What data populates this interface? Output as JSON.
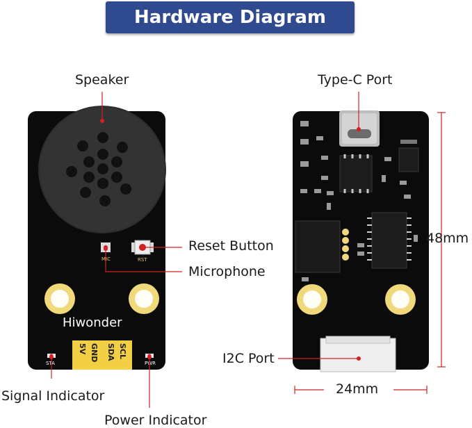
{
  "title": "Hardware Diagram",
  "labels": {
    "speaker": "Speaker",
    "reset_button": "Reset Button",
    "microphone": "Microphone",
    "signal_indicator": "Signal Indicator",
    "power_indicator": "Power Indicator",
    "type_c_port": "Type-C Port",
    "i2c_port": "I2C Port",
    "height_dim": "48mm",
    "width_dim": "24mm"
  },
  "board_text": {
    "brand": "Hiwonder",
    "mic": "MIC",
    "rst": "RST",
    "sta": "STA",
    "pwr": "PWR",
    "pins": [
      "SCL",
      "SDA",
      "GND",
      "5V"
    ]
  },
  "colors": {
    "title_bg": "#2f4a8e",
    "board": "#0b0b0b",
    "pad": "#f0d97a",
    "header": "#f2cf45",
    "marker": "#d42020"
  }
}
